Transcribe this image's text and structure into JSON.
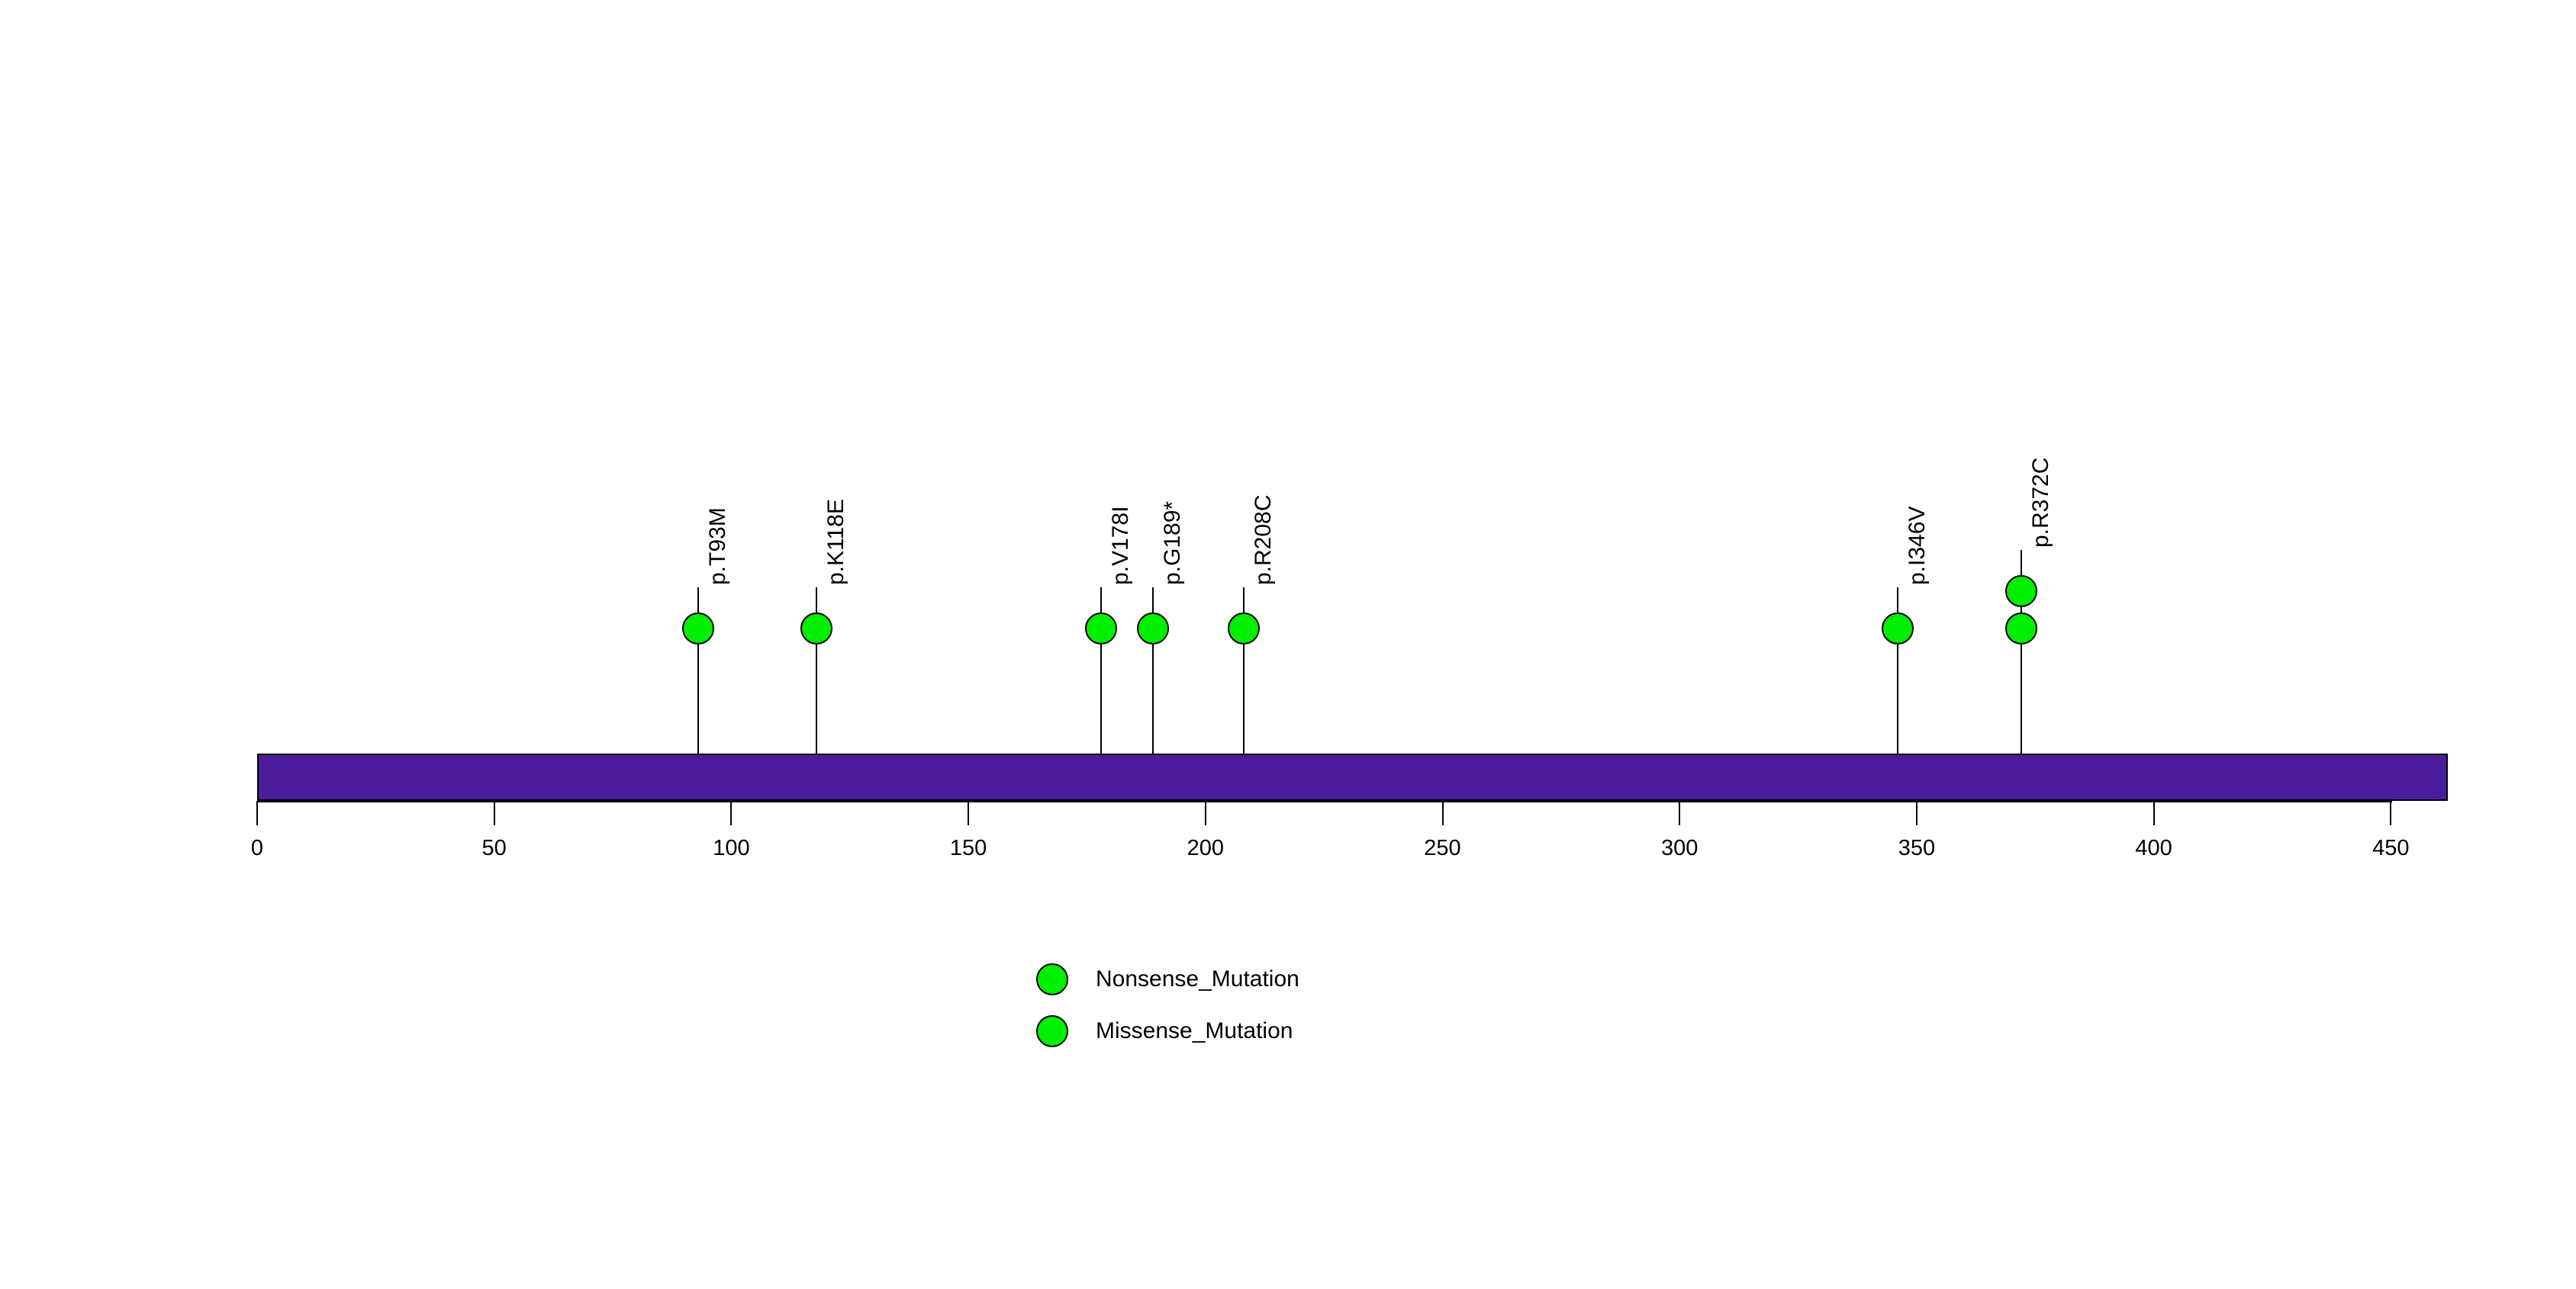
{
  "chart_data": {
    "type": "lollipop",
    "title": "",
    "xlabel": "",
    "ylabel": "",
    "xlim": [
      0,
      462
    ],
    "grid": false,
    "legend_position": "bottom-center",
    "protein": {
      "length": 462,
      "color": "#4A1C9B",
      "border_color": "#000000"
    },
    "axis": {
      "ticks": [
        0,
        50,
        100,
        150,
        200,
        250,
        300,
        350,
        400,
        450
      ],
      "tick_labels": [
        "0",
        "50",
        "100",
        "150",
        "200",
        "250",
        "300",
        "350",
        "400",
        "450"
      ]
    },
    "mutations": [
      {
        "label": "p.T93M",
        "position": 93,
        "count": 1,
        "type": "Missense_Mutation",
        "color": "#00EE00"
      },
      {
        "label": "p.K118E",
        "position": 118,
        "count": 1,
        "type": "Missense_Mutation",
        "color": "#00EE00"
      },
      {
        "label": "p.V178I",
        "position": 178,
        "count": 1,
        "type": "Missense_Mutation",
        "color": "#00EE00"
      },
      {
        "label": "p.G189*",
        "position": 189,
        "count": 1,
        "type": "Nonsense_Mutation",
        "color": "#00EE00"
      },
      {
        "label": "p.R208C",
        "position": 208,
        "count": 1,
        "type": "Missense_Mutation",
        "color": "#00EE00"
      },
      {
        "label": "p.I346V",
        "position": 346,
        "count": 1,
        "type": "Missense_Mutation",
        "color": "#00EE00"
      },
      {
        "label": "p.R372C",
        "position": 372,
        "count": 2,
        "type": "Missense_Mutation",
        "color": "#00EE00"
      }
    ],
    "legend": [
      {
        "label": "Nonsense_Mutation",
        "color": "#00EE00"
      },
      {
        "label": "Missense_Mutation",
        "color": "#00EE00"
      }
    ]
  }
}
